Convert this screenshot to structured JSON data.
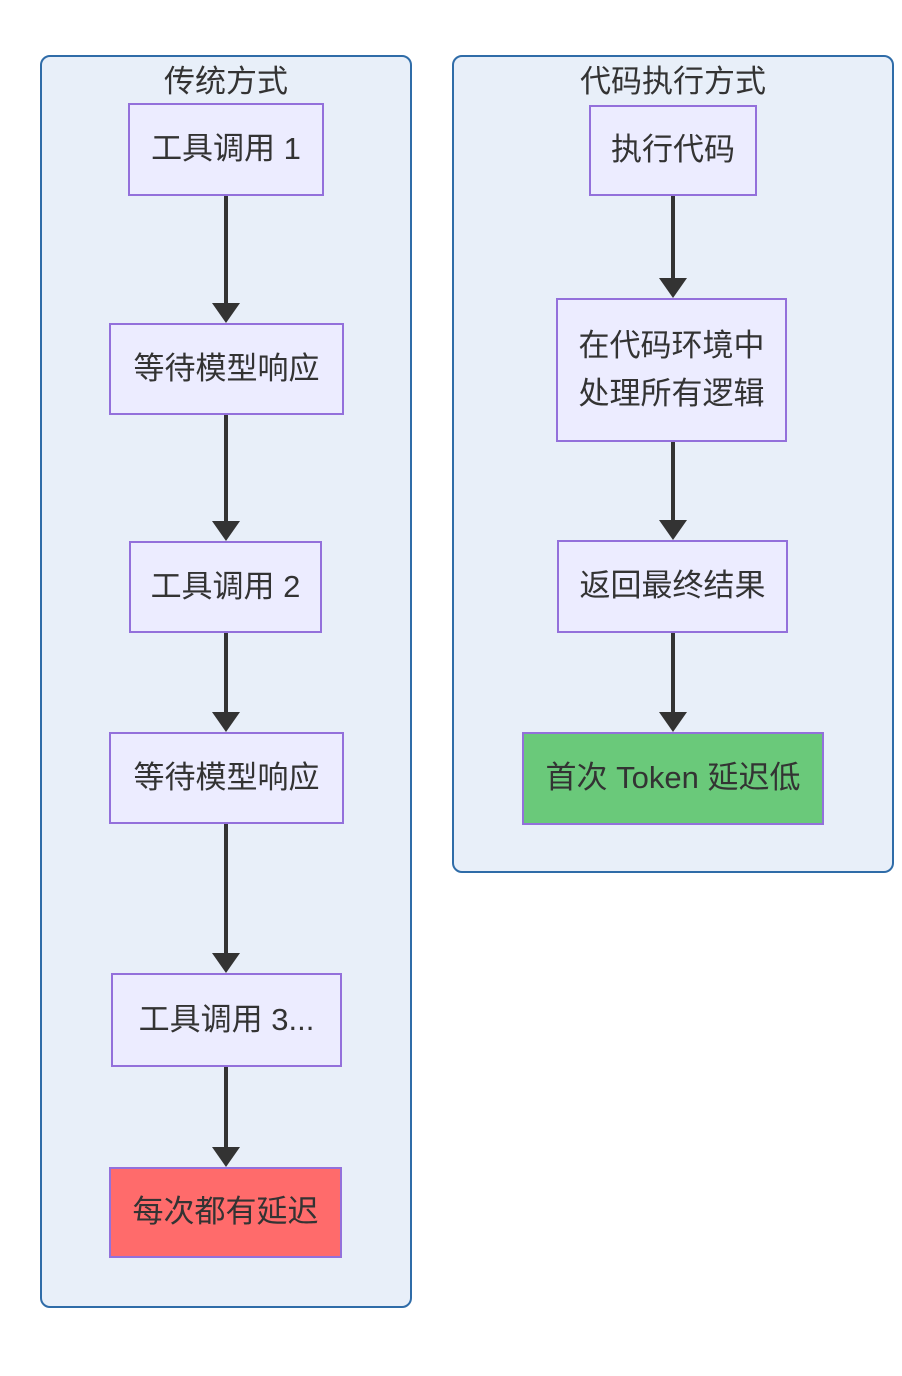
{
  "diagram": {
    "left_panel": {
      "title": "传统方式",
      "nodes": [
        {
          "id": "tool-call-1",
          "label": "工具调用 1",
          "type": "default"
        },
        {
          "id": "wait-model-response-1",
          "label": "等待模型响应",
          "type": "default"
        },
        {
          "id": "tool-call-2",
          "label": "工具调用 2",
          "type": "default"
        },
        {
          "id": "wait-model-response-2",
          "label": "等待模型响应",
          "type": "default"
        },
        {
          "id": "tool-call-3",
          "label": "工具调用 3...",
          "type": "default"
        },
        {
          "id": "delay-every-time",
          "label": "每次都有延迟",
          "type": "danger"
        }
      ]
    },
    "right_panel": {
      "title": "代码执行方式",
      "nodes": [
        {
          "id": "execute-code",
          "label": "执行代码",
          "type": "default"
        },
        {
          "id": "handle-all-logic",
          "label": "在代码环境中处理所有逻辑",
          "type": "default"
        },
        {
          "id": "return-final-result",
          "label": "返回最终结果",
          "type": "default"
        },
        {
          "id": "low-first-token-latency",
          "label": "首次 Token 延迟低",
          "type": "success"
        }
      ]
    },
    "colors": {
      "node_fill": "#ECECFF",
      "node_border": "#9370DB",
      "danger_fill": "#FF6B6B",
      "success_fill": "#6AC97A",
      "panel_fill": "#E8EFF9",
      "panel_border": "#2F6CA8",
      "arrow": "#333333",
      "text": "#333333"
    }
  }
}
